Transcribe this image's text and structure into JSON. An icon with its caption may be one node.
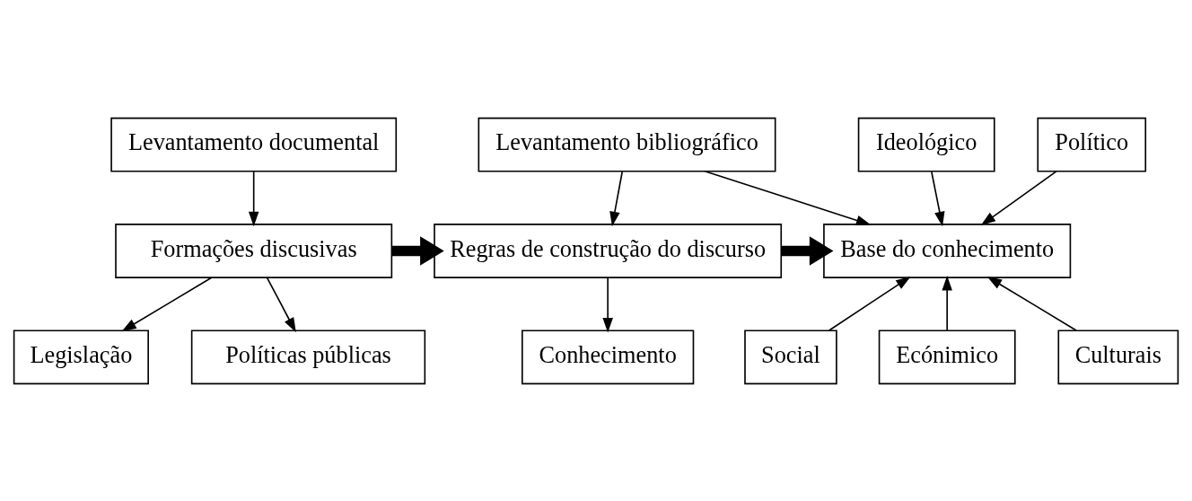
{
  "diagram": {
    "nodes": [
      {
        "text": [
          "Levantamento documental"
        ]
      },
      {
        "text": [
          "Formações discusivas"
        ]
      },
      {
        "text": [
          "Legislação"
        ]
      },
      {
        "text": [
          "Políticas públicas"
        ]
      },
      {
        "text": [
          "Levantamento bibliográfico"
        ]
      },
      {
        "text": [
          "Regras de construção do discurso"
        ]
      },
      {
        "text": [
          "Conhecimento"
        ]
      },
      {
        "text": [
          "Ideológico"
        ]
      },
      {
        "text": [
          "Político"
        ]
      },
      {
        "text": [
          "Base do conhecimento"
        ]
      },
      {
        "text": [
          "Social"
        ]
      },
      {
        "text": [
          "Ecónimico"
        ]
      },
      {
        "text": [
          "Culturais"
        ]
      }
    ],
    "edges": [
      {
        "from": 0,
        "to": 1,
        "arrow": "to"
      },
      {
        "from": 1,
        "to": 2,
        "arrow": "to"
      },
      {
        "from": 1,
        "to": 3,
        "arrow": "to"
      },
      {
        "from": 1,
        "to": 5,
        "arrow": "to",
        "style": "thick"
      },
      {
        "from": 4,
        "to": 5,
        "arrow": "to"
      },
      {
        "from": 4,
        "to": 9,
        "arrow": "to"
      },
      {
        "from": 5,
        "to": 6,
        "arrow": "to"
      },
      {
        "from": 5,
        "to": 9,
        "arrow": "to",
        "style": "thick"
      },
      {
        "from": 7,
        "to": 9,
        "arrow": "to"
      },
      {
        "from": 8,
        "to": 9,
        "arrow": "to"
      },
      {
        "from": 10,
        "to": 9,
        "arrow": "to"
      },
      {
        "from": 11,
        "to": 9,
        "arrow": "to"
      },
      {
        "from": 12,
        "to": 9,
        "arrow": "to"
      }
    ]
  }
}
